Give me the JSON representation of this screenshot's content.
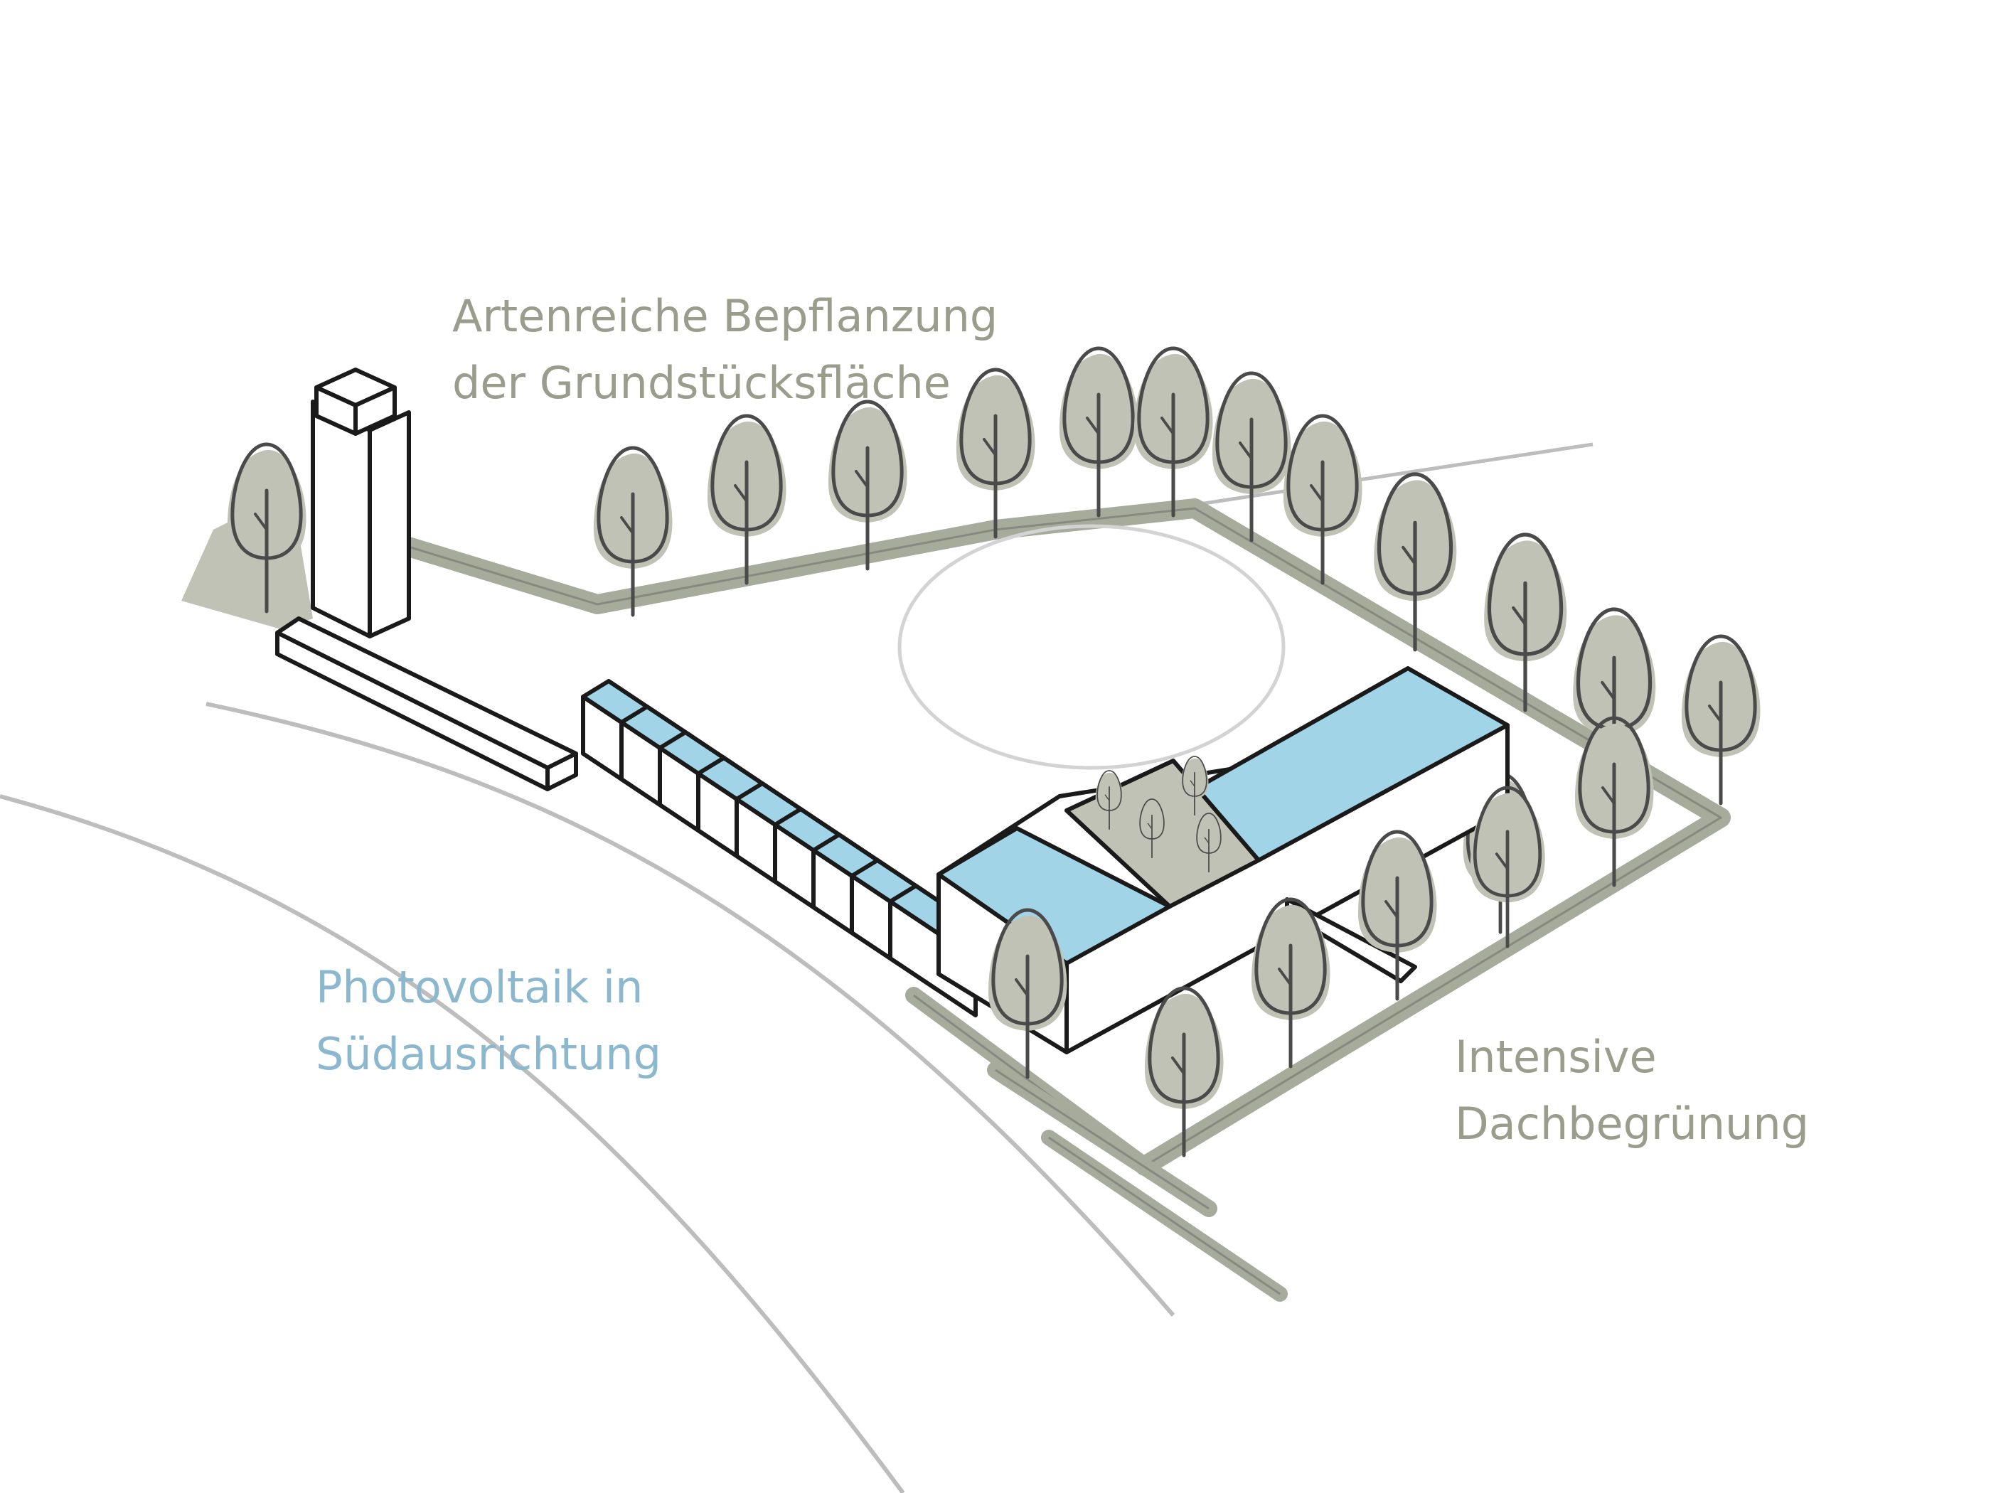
{
  "colors": {
    "background": "#ffffff",
    "outline": "#1a1a1a",
    "sketch_gray": "#4a4a4a",
    "green_fill": "#bfc2b4",
    "green_path": "#a7ab9b",
    "pv_blue": "#a2d4e8",
    "road_line": "#bdbdbd",
    "label_green": "#9a9c8c",
    "label_blue": "#8bb8cf"
  },
  "labels": {
    "planting": {
      "line1": "Artenreiche Bepflanzung",
      "line2": "der Grundstücksfläche"
    },
    "pv": {
      "line1": "Photovoltaik in",
      "line2": "Südausrichtung"
    },
    "roof": {
      "line1": "Intensive",
      "line2": "Dachbegrünung"
    }
  },
  "icons": {
    "tree": "tree-icon"
  }
}
